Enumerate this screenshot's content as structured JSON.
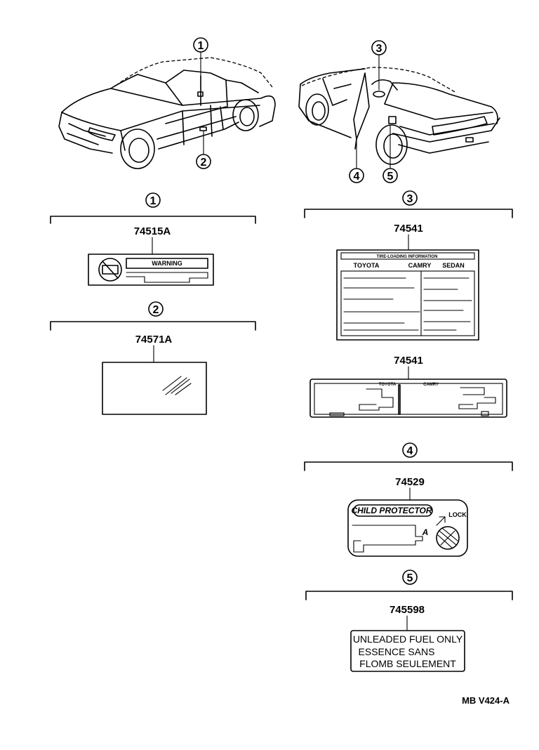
{
  "callouts": {
    "c1": "1",
    "c2": "2",
    "c3": "3",
    "c4": "4",
    "c5": "5"
  },
  "parts": {
    "p1": "74515A",
    "p2": "74571A",
    "p3a": "74541",
    "p3b": "74541",
    "p4": "74529",
    "p5": "745598"
  },
  "labels": {
    "warning": "WARNING",
    "tire_header": "TIRE-LOADING INFORMATION",
    "toyota": "TOYOTA",
    "camry": "CAMRY",
    "sedan": "SEDAN",
    "toyota_small": "TOYOTA",
    "camry_small": "CAMRY",
    "child_protector": "CHILD PROTECTOR",
    "lock": "LOCK",
    "a_mark": "A",
    "fuel_line1": "UNLEADED FUEL ONLY",
    "fuel_line2": "ESSENCE  SANS",
    "fuel_line3": "FLOMB  SEULEMENT"
  },
  "figure_code": "MB V424-A"
}
